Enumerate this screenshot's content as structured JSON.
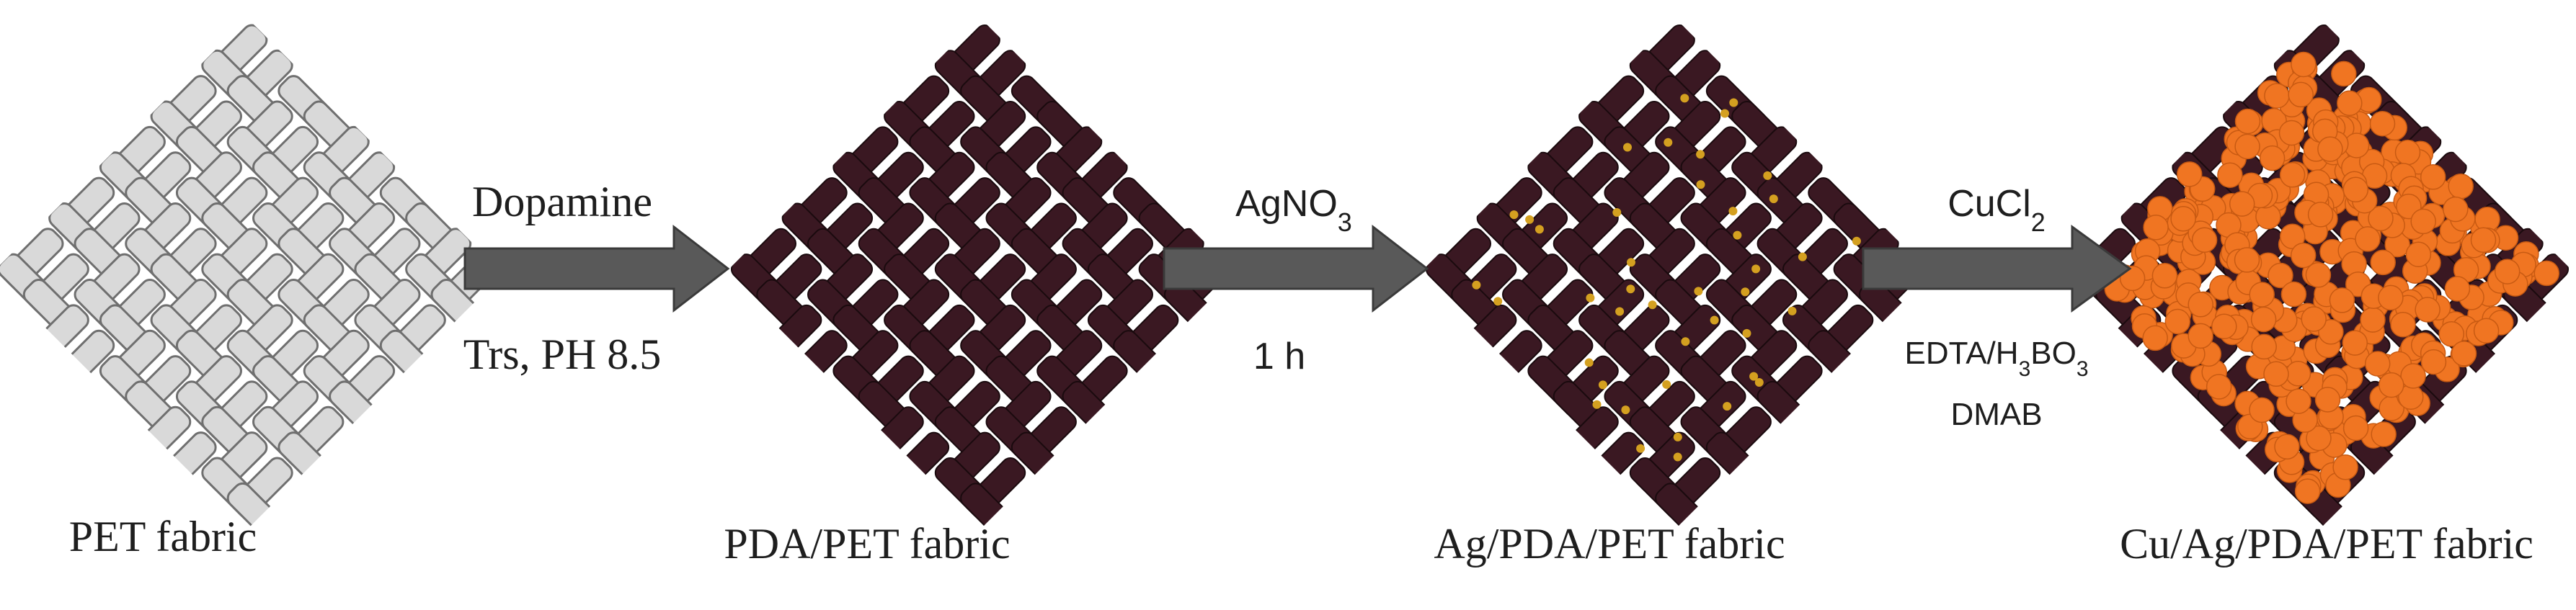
{
  "colors": {
    "pet_fiber": "#d9d9d9",
    "pet_outline": "#6f6f6f",
    "pda_fiber": "#3a1822",
    "pda_outline": "#1a0a0e",
    "gap": "#ffffff",
    "ag_particle": "#d4a020",
    "cu_particle": "#f07522",
    "arrow": "#595959",
    "arrow_outline": "#3a3a3a",
    "text": "#1e1e1e"
  },
  "fabrics": [
    {
      "label": "PET fabric",
      "style": "pet",
      "particles": "none"
    },
    {
      "label": "PDA/PET fabric",
      "style": "pda",
      "particles": "none"
    },
    {
      "label": "Ag/PDA/PET fabric",
      "style": "pda",
      "particles": "silver"
    },
    {
      "label": "Cu/Ag/PDA/PET fabric",
      "style": "pda",
      "particles": "copper"
    }
  ],
  "steps": [
    {
      "above": "Dopamine",
      "below": [
        "Trs, PH 8.5"
      ]
    },
    {
      "above": "AgNO3",
      "above_parts": [
        "AgNO",
        "3"
      ],
      "below": [
        "1 h"
      ]
    },
    {
      "above": "CuCl2",
      "above_parts": [
        "CuCl",
        "2"
      ],
      "below": [
        "EDTA/H3BO3",
        "DMAB"
      ],
      "below_parts": [
        "EDTA/H",
        "3",
        "BO",
        "3"
      ]
    }
  ]
}
